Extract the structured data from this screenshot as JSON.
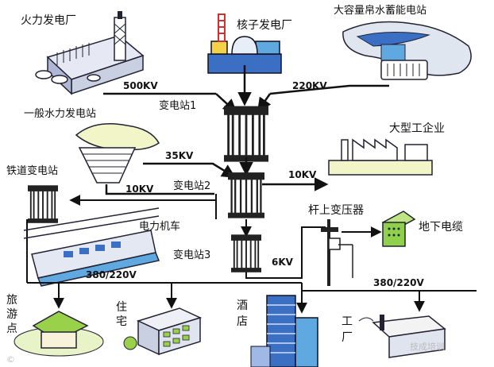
{
  "labels": {
    "thermal_plant": "火力发电厂",
    "nuclear_plant": "核子发电厂",
    "pumped_storage": "大容量帛水蓄能电站",
    "hydro_plant": "一般水力发电站",
    "substation1": "变电站1",
    "substation2": "变电站2",
    "substation3": "变电站3",
    "railway_sub": "铁道变电站",
    "electric_loco": "电力机车",
    "large_industry": "大型工企业",
    "pole_transformer": "杆上变压器",
    "underground_cable": "地下电缆",
    "tourist_spot": [
      "旅",
      "游",
      "点"
    ],
    "residence": [
      "住",
      "宅"
    ],
    "hotel": [
      "酒",
      "店"
    ],
    "factory": [
      "工",
      "厂"
    ]
  },
  "voltages": {
    "v500": "500KV",
    "v220": "220KV",
    "v35": "35KV",
    "v10_hydro": "10KV",
    "v10_industry": "10KV",
    "v6": "6KV",
    "v380_left": "380/220V",
    "v380_right": "380/220V"
  },
  "watermark": {
    "left": "©",
    "right": "技成培训"
  },
  "colors": {
    "line": "#111111",
    "building_blue": "#3a6fc4",
    "roof_green": "#9ad14b",
    "cable_box": "#8fd04c",
    "transformer": "#222222"
  }
}
